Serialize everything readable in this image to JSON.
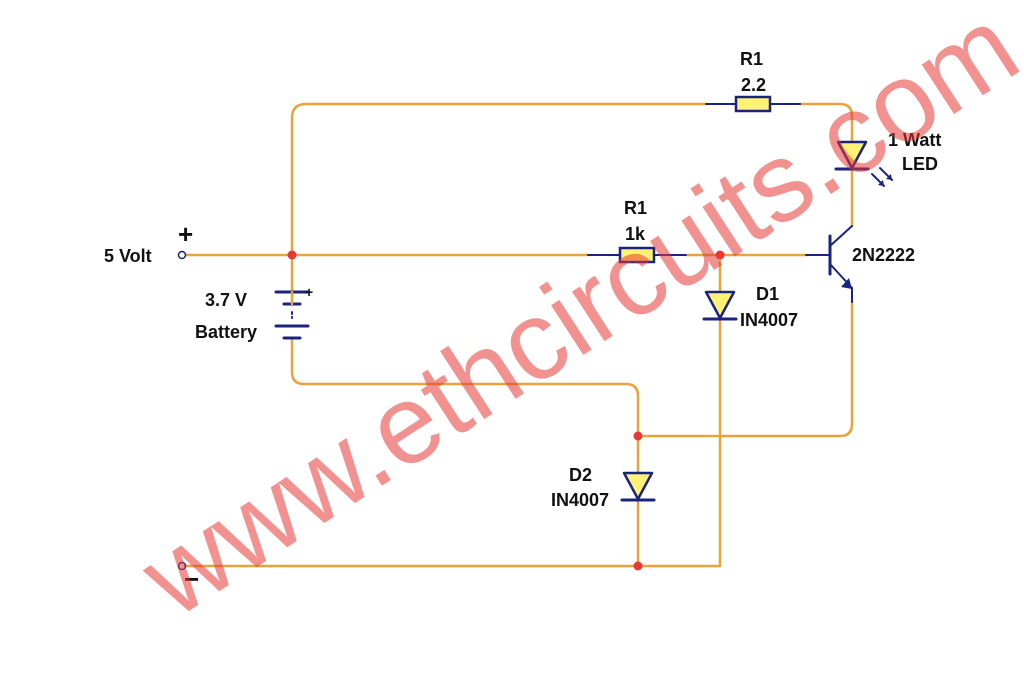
{
  "labels": {
    "input_voltage": "5 Volt",
    "plus": "+",
    "minus": "−",
    "battery_voltage": "3.7 V",
    "battery_name": "Battery",
    "battery_plus": "+",
    "r_top_name": "R1",
    "r_top_value": "2.2",
    "r_mid_name": "R1",
    "r_mid_value": "1k",
    "led_line1": "1 Watt",
    "led_line2": "LED",
    "transistor": "2N2222",
    "d1_name": "D1",
    "d1_part": "IN4007",
    "d2_name": "D2",
    "d2_part": "IN4007"
  },
  "watermark": "www.ethcircuits.com",
  "colors": {
    "wire": "#E8A33A",
    "component": "#1A237E",
    "component_fill": "#FFF176",
    "junction": "#E53935",
    "watermark": "#E53935"
  }
}
